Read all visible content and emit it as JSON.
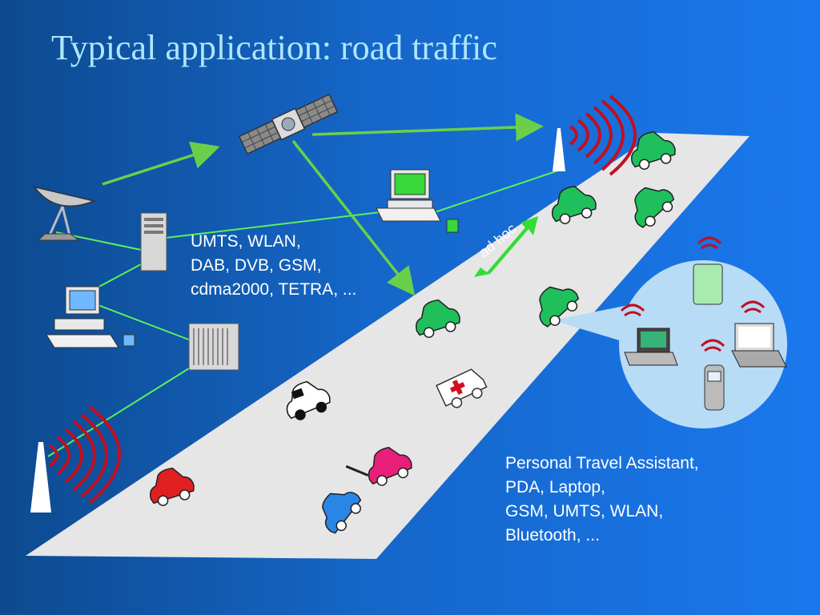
{
  "slide": {
    "title": "Typical application: road traffic"
  },
  "networks_label": {
    "lines": [
      "UMTS, WLAN,",
      "DAB, DVB, GSM,",
      "cdma2000, TETRA, ..."
    ]
  },
  "devices_label": {
    "lines": [
      "Personal Travel Assistant,",
      "PDA, Laptop,",
      "GSM, UMTS, WLAN,",
      "Bluetooth, ..."
    ]
  },
  "adhoc": {
    "label": "ad hoc"
  },
  "icons": {
    "satellite": "satellite-icon",
    "dish": "satellite-dish-icon",
    "server": "server-icon",
    "workstation": "computer-icon",
    "base_station": "base-station-icon",
    "antenna_tower": "antenna-tower-icon",
    "car": "car-icon",
    "police_car": "police-car-icon",
    "ambulance": "ambulance-icon",
    "tow_truck": "tow-truck-icon",
    "pda": "pda-icon",
    "laptop": "laptop-icon",
    "phone": "mobile-phone-icon"
  },
  "colors": {
    "background_left": "#0d4a8f",
    "background_right": "#1a78ee",
    "title": "#aee6ff",
    "road": "#e6e6e6",
    "link_light": "#5cf05c",
    "link_arrow": "#6ad04a",
    "device_bubble": "#b9dcf6",
    "signal": "#c01020",
    "car_green": "#1fbf5c",
    "car_red": "#e02020",
    "car_pink": "#e8207a",
    "car_blue": "#2a86e6"
  }
}
